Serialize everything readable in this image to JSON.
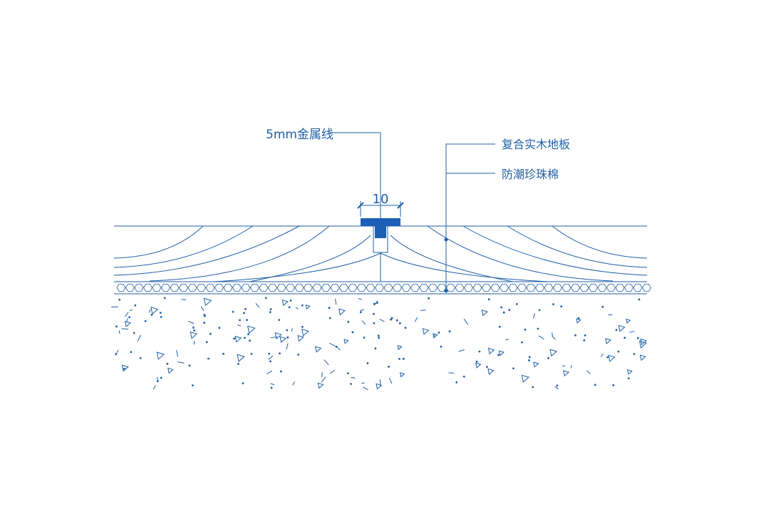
{
  "colors": {
    "line": "#1f5fa6",
    "fill": "#1a5fb5",
    "background": "#ffffff"
  },
  "labels": {
    "metal_strip": "5mm金属线",
    "dimension": "10",
    "floor_board": "复合实木地板",
    "foam_pad": "防潮珍珠棉"
  }
}
